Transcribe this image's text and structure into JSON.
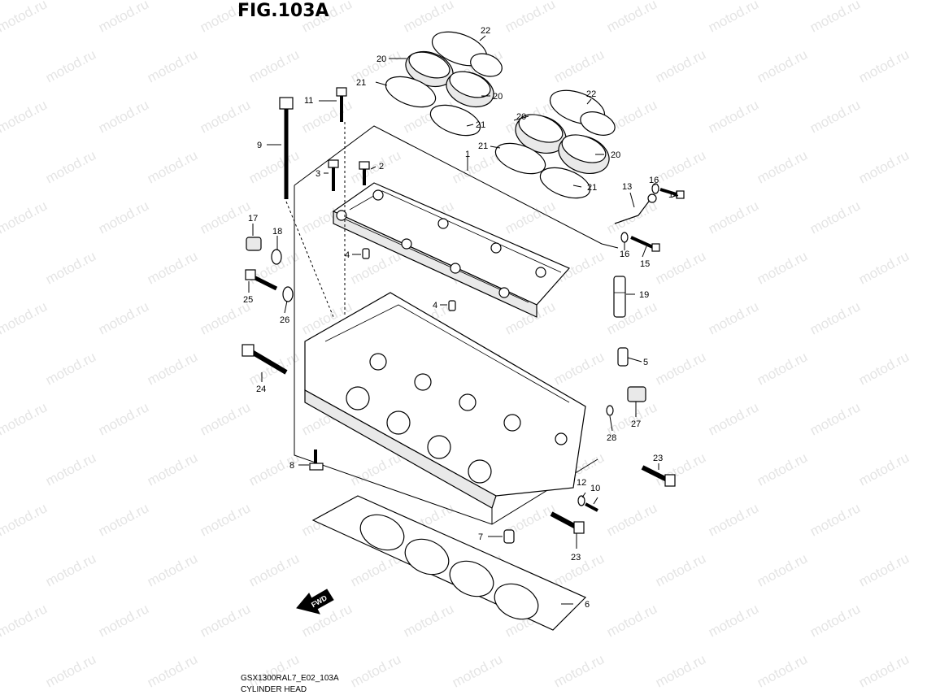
{
  "figure": {
    "title": "FIG.103A",
    "code": "GSX1300RAL7_E02_103A",
    "name": "CYLINDER HEAD",
    "watermark": "motod.ru",
    "direction_label": "FWD"
  },
  "callouts": {
    "c1": "1",
    "c2": "2",
    "c3": "3",
    "c4a": "4",
    "c4b": "4",
    "c5": "5",
    "c6": "6",
    "c7": "7",
    "c8": "8",
    "c9": "9",
    "c10": "10",
    "c11": "11",
    "c12": "12",
    "c13": "13",
    "c14": "14",
    "c15": "15",
    "c16a": "16",
    "c16b": "16",
    "c17": "17",
    "c18": "18",
    "c19": "19",
    "c20a": "20",
    "c20b": "20",
    "c20c": "20",
    "c20d": "20",
    "c21a": "21",
    "c21b": "21",
    "c21c": "21",
    "c21d": "21",
    "c22a": "22",
    "c22b": "22",
    "c23a": "23",
    "c23b": "23",
    "c24": "24",
    "c25": "25",
    "c26": "26",
    "c27": "27",
    "c28": "28"
  }
}
